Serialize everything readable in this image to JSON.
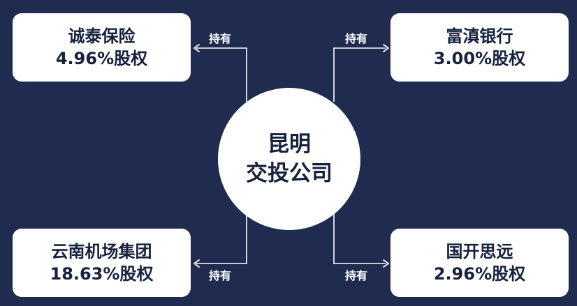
{
  "center": {
    "line1": "昆明",
    "line2": "交投公司"
  },
  "nodes": [
    {
      "id": "top-left",
      "name": "诚泰保险",
      "stake": "4.96%股权"
    },
    {
      "id": "top-right",
      "name": "富滇银行",
      "stake": "3.00%股权"
    },
    {
      "id": "bottom-left",
      "name": "云南机场集团",
      "stake": "18.63%股权"
    },
    {
      "id": "bottom-right",
      "name": "国开思远",
      "stake": "2.96%股权"
    }
  ],
  "edge_label": "持有",
  "colors": {
    "background": "#1f2b4f",
    "box": "#ffffff",
    "text": "#16213e",
    "connector": "#ffffff"
  }
}
